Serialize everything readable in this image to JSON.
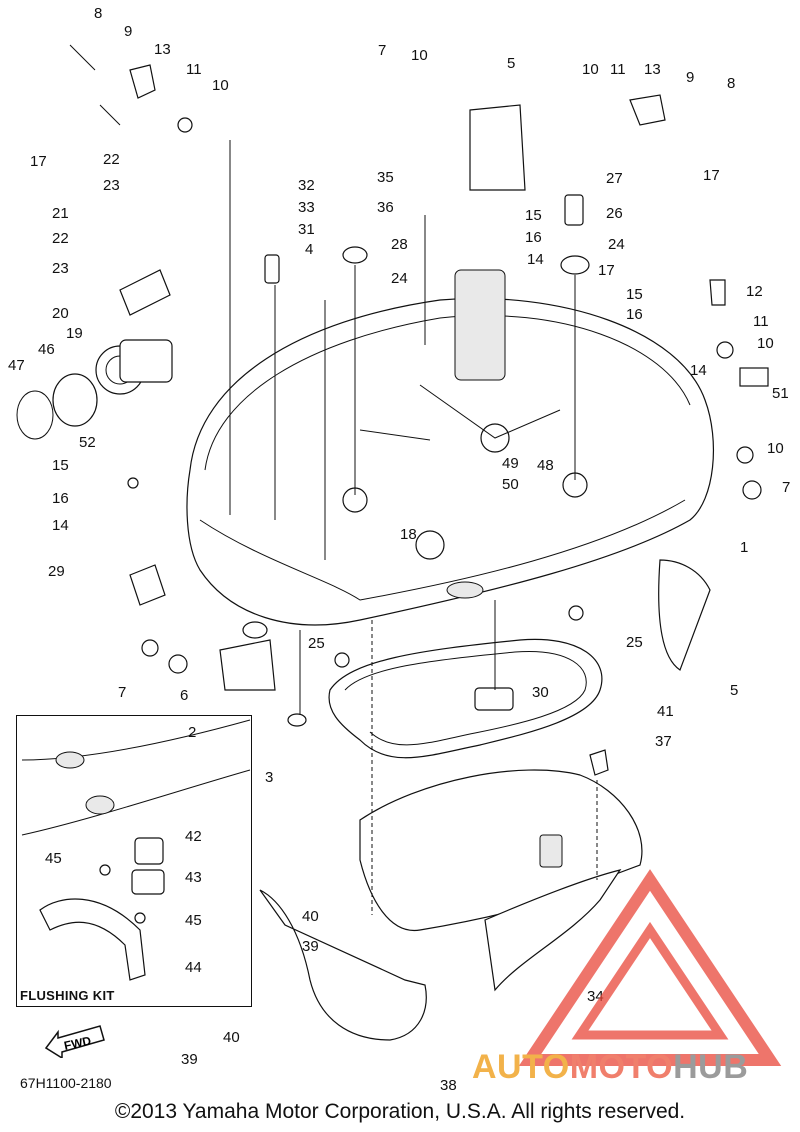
{
  "diagram": {
    "callouts": [
      "1",
      "2",
      "3",
      "4",
      "5",
      "5",
      "6",
      "7",
      "7",
      "7",
      "8",
      "8",
      "9",
      "9",
      "10",
      "10",
      "10",
      "10",
      "10",
      "11",
      "11",
      "11",
      "12",
      "13",
      "13",
      "14",
      "14",
      "14",
      "15",
      "15",
      "15",
      "16",
      "16",
      "16",
      "17",
      "17",
      "17",
      "18",
      "19",
      "20",
      "21",
      "22",
      "22",
      "23",
      "23",
      "24",
      "24",
      "25",
      "25",
      "26",
      "27",
      "28",
      "29",
      "30",
      "31",
      "32",
      "33",
      "34",
      "35",
      "36",
      "37",
      "38",
      "39",
      "39",
      "40",
      "40",
      "41",
      "42",
      "43",
      "44",
      "45",
      "45",
      "46",
      "47",
      "48",
      "49",
      "50",
      "51",
      "52"
    ]
  },
  "flushing_kit": {
    "title": "FLUSHING KIT"
  },
  "fwd_badge": {
    "label": "FWD"
  },
  "part_code": "67H1100-2180",
  "copyright": "©2013 Yamaha Motor Corporation, U.S.A. All rights reserved.",
  "watermark": {
    "part1": "AUTO",
    "part2": "MOTO",
    "part3": "HUB"
  },
  "colors": {
    "watermark_red": "#e8473a",
    "watermark_orange": "#f2b24a",
    "watermark_gray": "#9b9b9b"
  }
}
